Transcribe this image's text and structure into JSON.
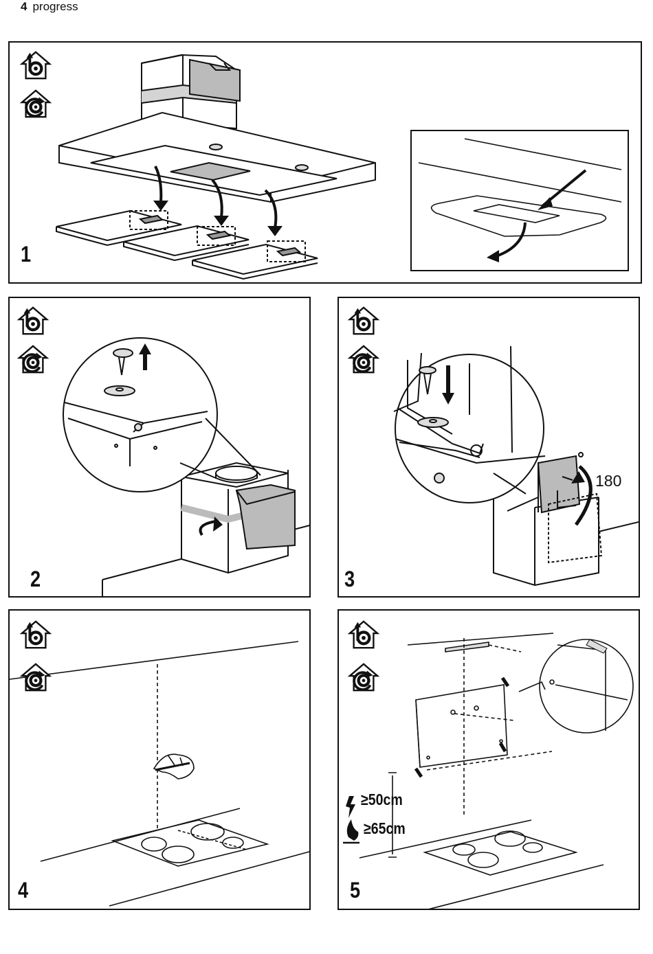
{
  "header": {
    "page_number": "4",
    "section": "progress"
  },
  "panels": [
    {
      "step": "1"
    },
    {
      "step": "2"
    },
    {
      "step": "3",
      "rotation_label": "180"
    },
    {
      "step": "4"
    },
    {
      "step": "5",
      "min_distance_electric": "≥50cm",
      "min_distance_gas": "≥65cm"
    }
  ],
  "icons": [
    "extraction-mode-icon",
    "recirculation-mode-icon"
  ]
}
